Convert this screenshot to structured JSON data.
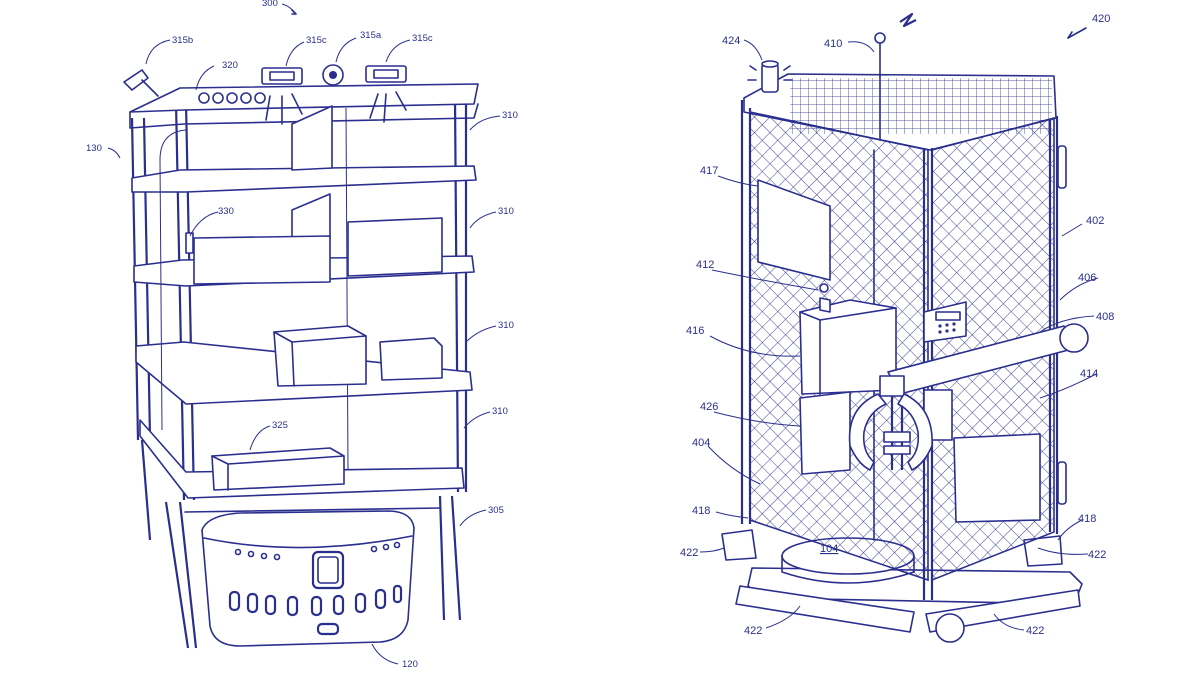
{
  "figure_left": {
    "ref_figure": "300",
    "ref_assembly": "130",
    "ref_shelf_a": "310",
    "ref_shelf_b": "310",
    "ref_shelf_c": "310",
    "ref_shelf_d": "310",
    "ref_camera": "315a",
    "ref_sensor_left": "315c",
    "ref_sensor_right": "315c",
    "ref_scanner": "315b",
    "ref_indicator_panel": "320",
    "ref_package": "325",
    "ref_tag": "330",
    "ref_stand": "305",
    "ref_robot": "120"
  },
  "figure_right": {
    "ref_figure": "420",
    "ref_antenna": "410",
    "ref_beacon": "424",
    "ref_panel_417": "417",
    "ref_enclosure": "402",
    "ref_frame_406": "406",
    "ref_post_412": "412",
    "ref_keypad": "408",
    "ref_box_416": "416",
    "ref_arm": "414",
    "ref_gripper": "426",
    "ref_mesh_wall": "404",
    "ref_base_left": "418",
    "ref_base_right": "418",
    "ref_rail_left": "422",
    "ref_rail_right": "422",
    "ref_rail_bottom_left": "422",
    "ref_rail_bottom_right": "422",
    "ref_platform": "104"
  },
  "colors": {
    "ink": "#2a2f8e",
    "paper": "#ffffff"
  }
}
